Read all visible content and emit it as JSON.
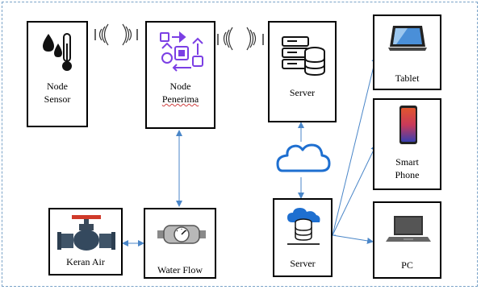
{
  "nodes": {
    "node_sensor": {
      "line1": "Node",
      "line2": "Sensor"
    },
    "node_penerima": {
      "line1": "Node",
      "line2": "Penerima"
    },
    "server_top": {
      "label": "Server"
    },
    "tablet": {
      "label": "Tablet"
    },
    "smart_phone": {
      "line1": "Smart",
      "line2": "Phone"
    },
    "pc": {
      "label": "PC"
    },
    "keran_air": {
      "label": "Keran Air"
    },
    "water_flow": {
      "label": "Water Flow"
    },
    "server_bottom": {
      "label": "Server"
    }
  },
  "icons": {
    "node_sensor": "water-drops-thermometer-icon",
    "node_penerima": "processing-cycle-icon",
    "server_top": "server-database-icon",
    "tablet": "tablet-icon",
    "smart_phone": "smartphone-icon",
    "pc": "laptop-icon",
    "keran_air": "water-valve-icon",
    "water_flow": "flow-meter-icon",
    "server_bottom": "cloud-server-icon",
    "cloud": "cloud-icon",
    "wireless": "wireless-signal-icon"
  },
  "colors": {
    "connector": "#4a86c8",
    "purple_icon": "#7b3fe4",
    "cloud": "#1e6fd0",
    "frame": "#7aa3c8"
  }
}
